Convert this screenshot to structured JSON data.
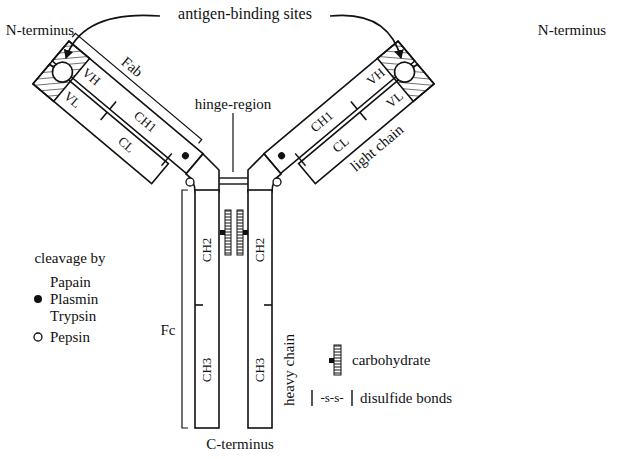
{
  "diagram": {
    "labels": [
      "antigen-binding sites",
      "N-terminus",
      "N-terminus",
      "Fab",
      "hinge-region",
      "VH",
      "VL",
      "CH1",
      "CL",
      "VH",
      "VL",
      "CH1",
      "CL",
      "light chain",
      "CH2",
      "CH2",
      "CH3",
      "CH3",
      "heavy chain",
      "Fc",
      "C-terminus",
      "cleavage by",
      "-s-s-"
    ],
    "legend": [
      {
        "text": "Papain"
      },
      {
        "text": "Plasmin"
      },
      {
        "text": "Trypsin"
      },
      {
        "text": "Pepsin"
      },
      {
        "text": "carbohydrate"
      },
      {
        "text": "disulfide bonds"
      }
    ]
  }
}
